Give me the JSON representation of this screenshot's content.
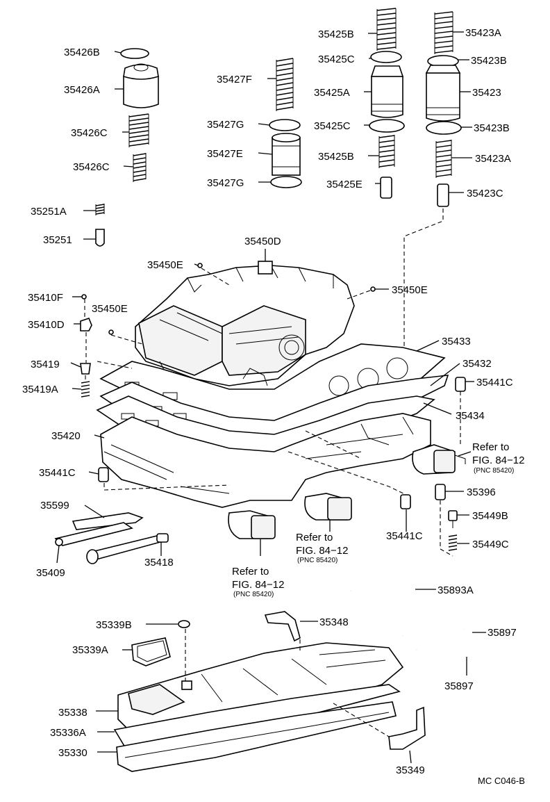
{
  "figure_code": "MC C046-B",
  "labels": {
    "p35426B": "35426B",
    "p35426A": "35426A",
    "p35426C_1": "35426C",
    "p35426C_2": "35426C",
    "p35427F": "35427F",
    "p35427G_1": "35427G",
    "p35427E": "35427E",
    "p35427G_2": "35427G",
    "p35425B_1": "35425B",
    "p35425C_1": "35425C",
    "p35425A": "35425A",
    "p35425C_2": "35425C",
    "p35425B_2": "35425B",
    "p35425E": "35425E",
    "p35423A_1": "35423A",
    "p35423B_1": "35423B",
    "p35423": "35423",
    "p35423B_2": "35423B",
    "p35423A_2": "35423A",
    "p35423C": "35423C",
    "p35251A": "35251A",
    "p35251": "35251",
    "p35450D": "35450D",
    "p35450E_1": "35450E",
    "p35450E_2": "35450E",
    "p35450E_3": "35450E",
    "p35410F": "35410F",
    "p35410D": "35410D",
    "p35433": "35433",
    "p35432": "35432",
    "p35419": "35419",
    "p35419A": "35419A",
    "p35441C_1": "35441C",
    "p35434": "35434",
    "p35420": "35420",
    "p35441C_2": "35441C",
    "p35396": "35396",
    "p35599": "35599",
    "p35449B": "35449B",
    "p35441C_3": "35441C",
    "p35449C": "35449C",
    "p35409": "35409",
    "p35418": "35418",
    "p35893A": "35893A",
    "p35339B": "35339B",
    "p35348": "35348",
    "p35897_1": "35897",
    "p35339A": "35339A",
    "p35897_2": "35897",
    "p35338": "35338",
    "p35336A": "35336A",
    "p35330": "35330",
    "p35349": "35349"
  },
  "references": {
    "ref_right": {
      "line1": "Refer to",
      "line2": "FIG. 84−12",
      "line3": "(PNC 85420)"
    },
    "ref_mid": {
      "line1": "Refer to",
      "line2": "FIG. 84−12",
      "line3": "(PNC 85420)"
    },
    "ref_left": {
      "line1": "Refer to",
      "line2": "FIG. 84−12",
      "line3": "(PNC 85420)"
    }
  }
}
